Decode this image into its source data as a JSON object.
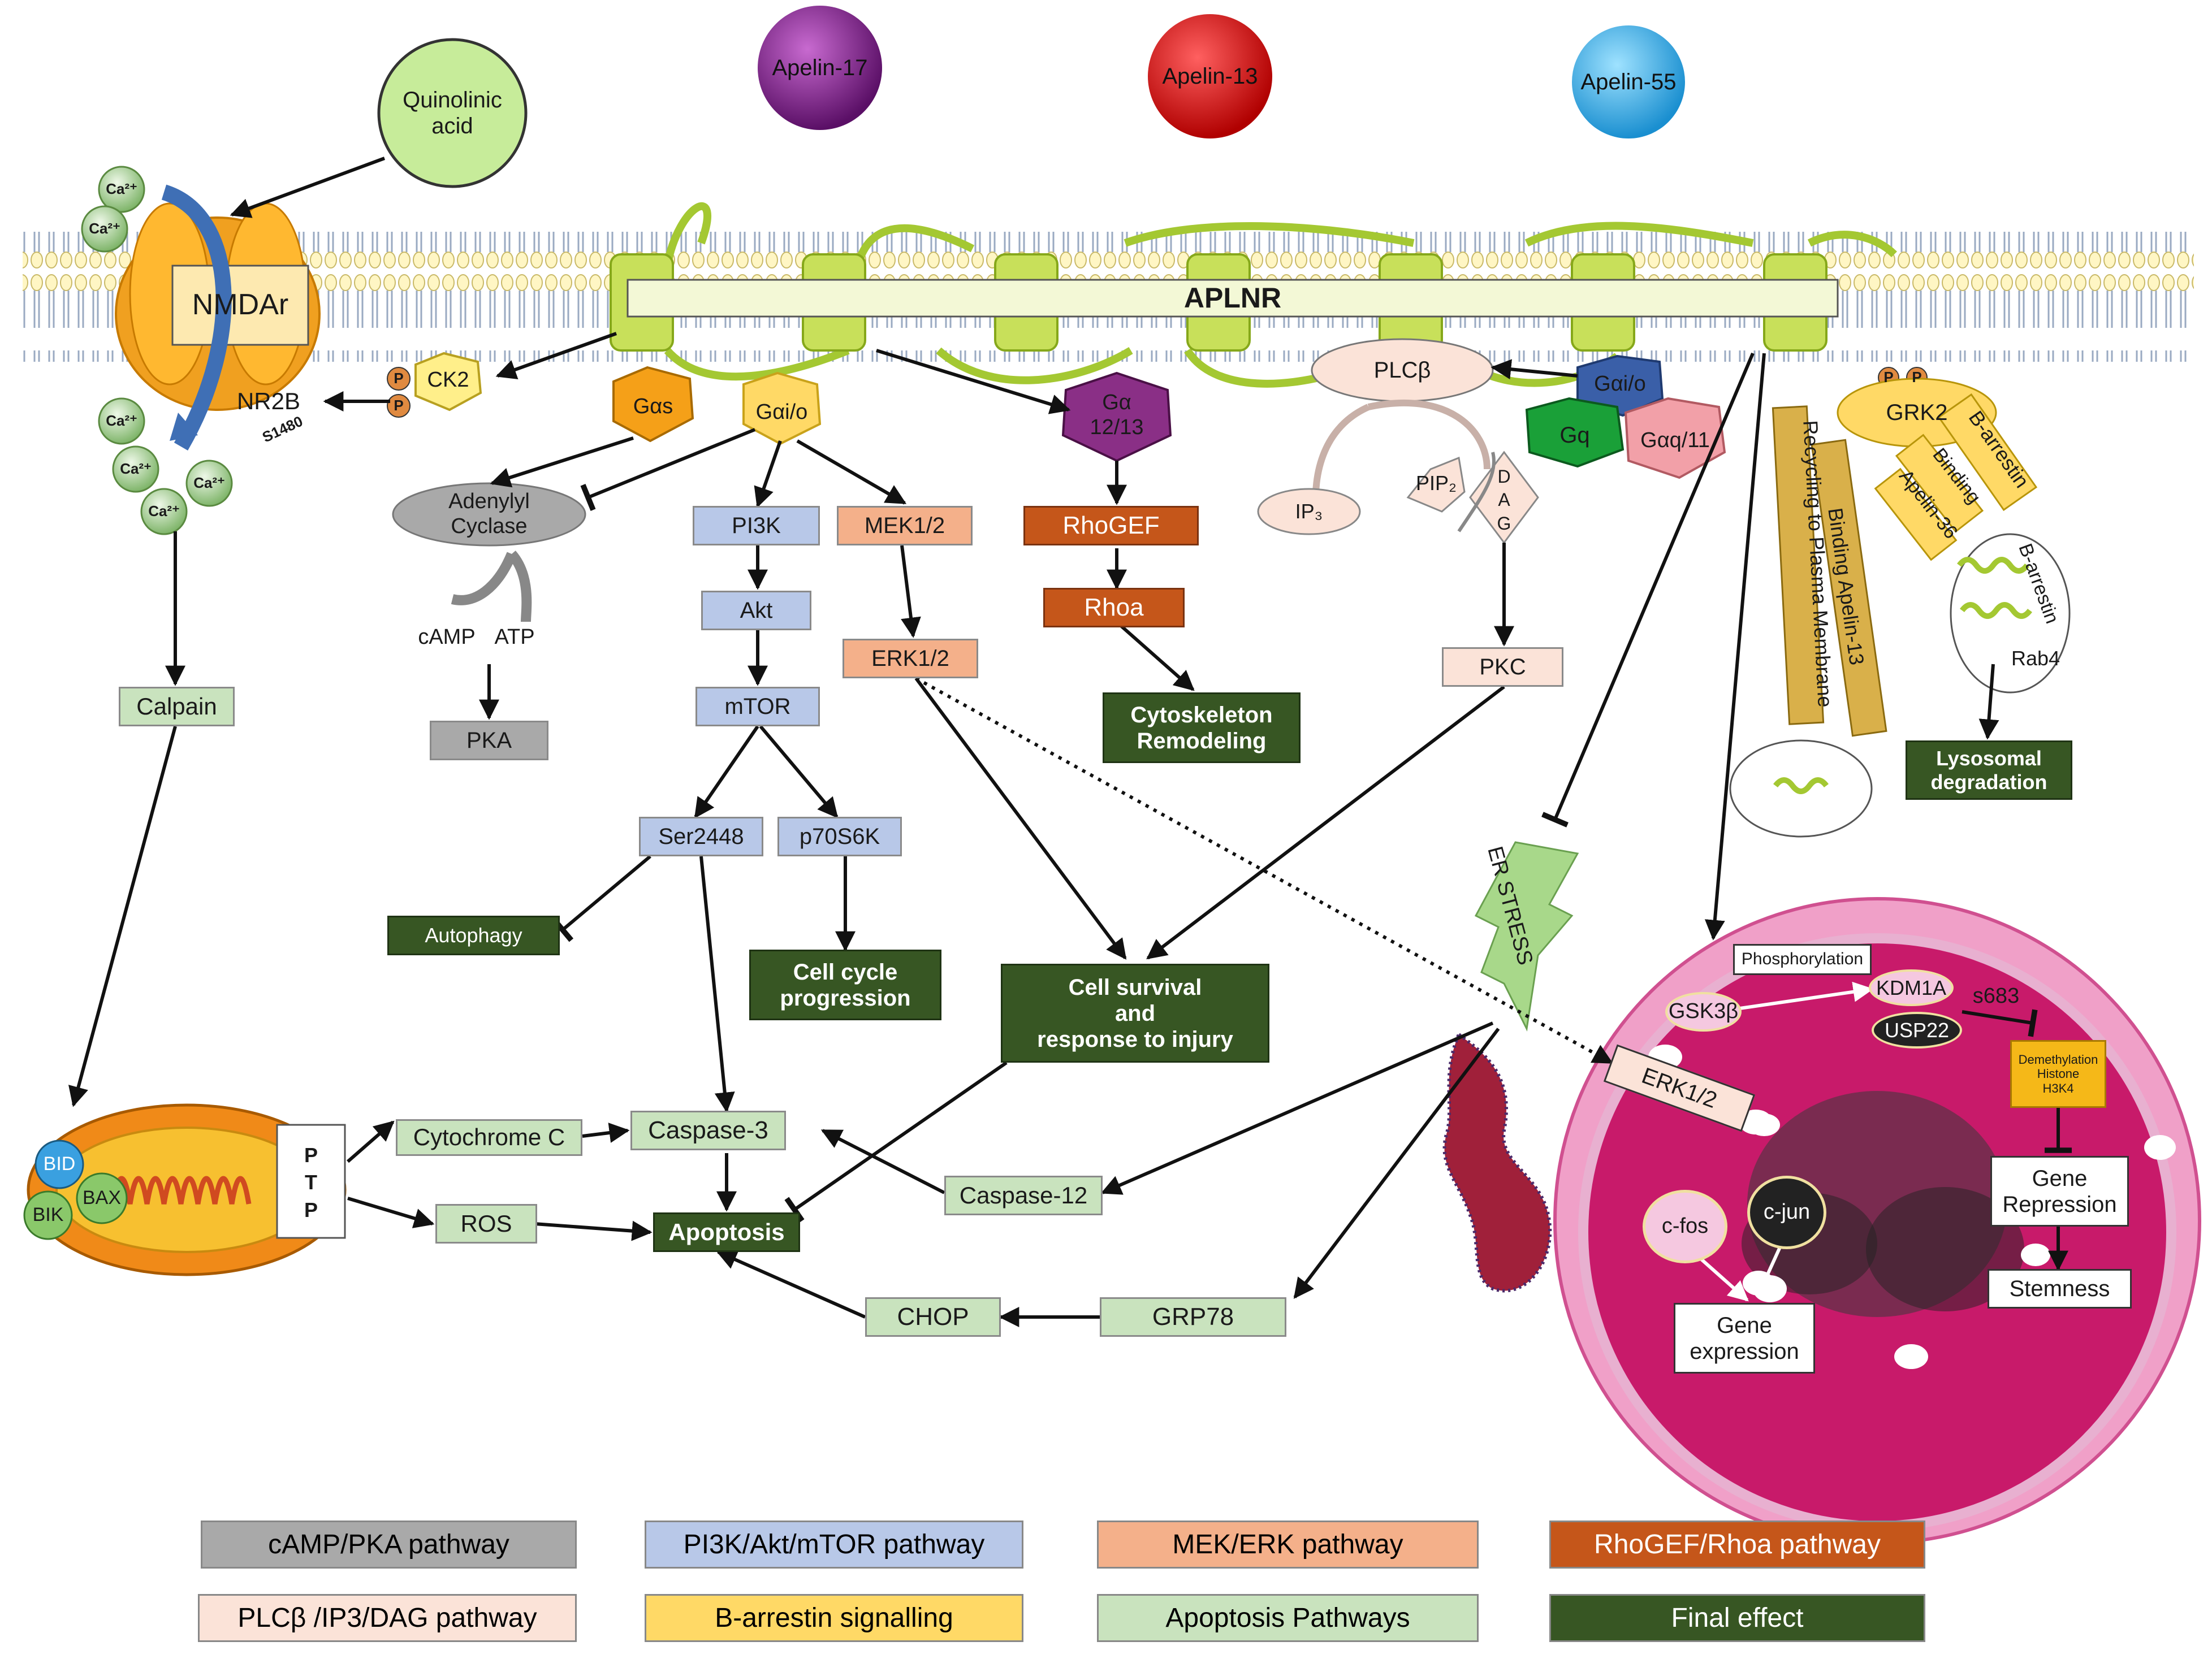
{
  "ligands": {
    "quinolinic": "Quinolinic\nacid",
    "apelin17": "Apelin-17",
    "apelin13": "Apelin-13",
    "apelin55": "Apelin-55"
  },
  "membrane": {
    "receptor": "APLNR",
    "nmdar": "NMDAr",
    "nr2b": "NR2B",
    "s1480": "S1480",
    "ca": "Ca²⁺",
    "ck2": "CK2",
    "p": "P"
  },
  "gproteins": {
    "gas": "Gαs",
    "gaio": "Gαi/o",
    "ga1213": "Gα\n12/13",
    "gaio2": "Gαi/o",
    "gq": "Gq",
    "gaq11": "Gαq/11"
  },
  "nodes": {
    "adenylyl": "Adenylyl\nCyclase",
    "camp": "cAMP",
    "atp": "ATP",
    "pka": "PKA",
    "calpain": "Calpain",
    "pi3k": "PI3K",
    "akt": "Akt",
    "mtor": "mTOR",
    "ser2448": "Ser2448",
    "p70s6k": "p70S6K",
    "mek": "MEK1/2",
    "erk": "ERK1/2",
    "erk_nuc": "ERK1/2",
    "rhogef": "RhoGEF",
    "rhoa": "Rhoa",
    "plcb": "PLCβ",
    "ip3": "IP₃",
    "pip2": "PIP₂",
    "dag": "D\nA\nG",
    "pkc": "PKC",
    "grk2": "GRK2",
    "barrestin": "B-arrestin",
    "binding": "Binding",
    "apelin36": "Apelin-36",
    "barrestin2": "B-arrestin",
    "rab4": "Rab4",
    "recycling": "Recycling to Plasma Membrane",
    "binding13": "Binding Apelin-13",
    "er_stress": "ER STRESS",
    "cytc": "Cytochrome C",
    "caspase3": "Caspase-3",
    "caspase12": "Caspase-12",
    "ros": "ROS",
    "chop": "CHOP",
    "grp78": "GRP78",
    "ptp": "P\nT\nP",
    "bid": "BID",
    "bax": "BAX",
    "bik": "BIK",
    "phosphorylation": "Phosphorylation",
    "gsk3b": "GSK3β",
    "kdm1a": "KDM1A",
    "usp22": "USP22",
    "s683": "s683",
    "demeth": "Demethylation\nHistone\nH3K4",
    "cfos": "c-fos",
    "cjun": "c-jun",
    "gene_expr": "Gene\nexpression",
    "gene_rep": "Gene\nRepression",
    "stemness": "Stemness"
  },
  "effects": {
    "cytoskeleton": "Cytoskeleton\nRemodeling",
    "autophagy": "Autophagy",
    "cellcycle": "Cell cycle\nprogression",
    "survival": "Cell survival\nand\nresponse to injury",
    "apoptosis": "Apoptosis",
    "lysosomal": "Lysosomal\ndegradation"
  },
  "legend": [
    {
      "label": "cAMP/PKA pathway",
      "color": "#a9a9a9"
    },
    {
      "label": "PI3K/Akt/mTOR pathway",
      "color": "#b8c8e8"
    },
    {
      "label": "MEK/ERK pathway",
      "color": "#f4b08a"
    },
    {
      "label": "RhoGEF/Rhoa pathway",
      "color": "#c5561a"
    },
    {
      "label": "PLCβ /IP3/DAG pathway",
      "color": "#fbe3d8"
    },
    {
      "label": "B-arrestin signalling",
      "color": "#ffd966"
    },
    {
      "label": "Apoptosis Pathways",
      "color": "#c9e3be"
    },
    {
      "label": "Final effect",
      "color": "#375623"
    }
  ]
}
